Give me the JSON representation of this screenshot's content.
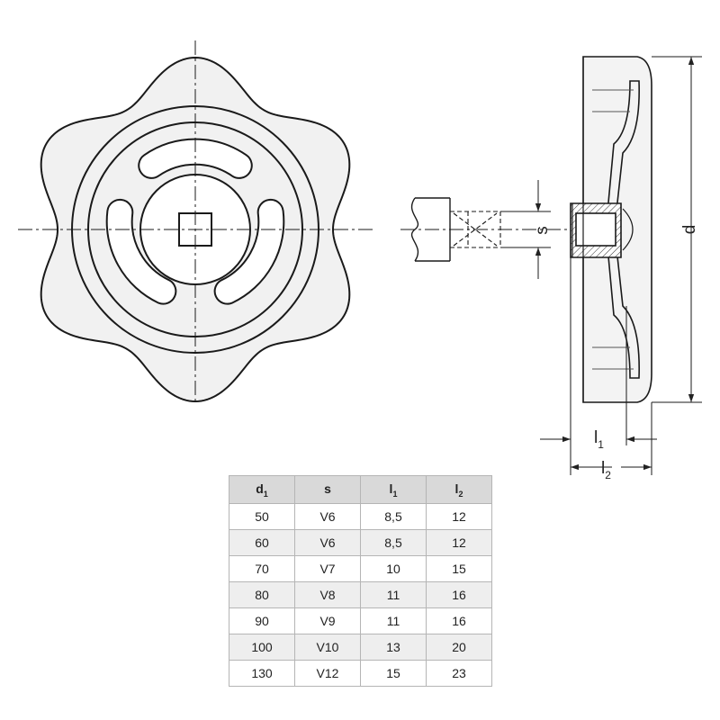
{
  "labels": {
    "s": "s",
    "d": "d",
    "l1": {
      "base": "l",
      "sub": "1"
    },
    "l2": {
      "base": "l",
      "sub": "2"
    }
  },
  "table": {
    "headers": [
      {
        "base": "d",
        "sub": "1"
      },
      {
        "base": "s",
        "sub": ""
      },
      {
        "base": "l",
        "sub": "1"
      },
      {
        "base": "l",
        "sub": "2"
      }
    ],
    "rows": [
      [
        "50",
        "V6",
        "8,5",
        "12"
      ],
      [
        "60",
        "V6",
        "8,5",
        "12"
      ],
      [
        "70",
        "V7",
        "10",
        "15"
      ],
      [
        "80",
        "V8",
        "11",
        "16"
      ],
      [
        "90",
        "V9",
        "11",
        "16"
      ],
      [
        "100",
        "V10",
        "13",
        "20"
      ],
      [
        "130",
        "V12",
        "15",
        "23"
      ]
    ]
  }
}
